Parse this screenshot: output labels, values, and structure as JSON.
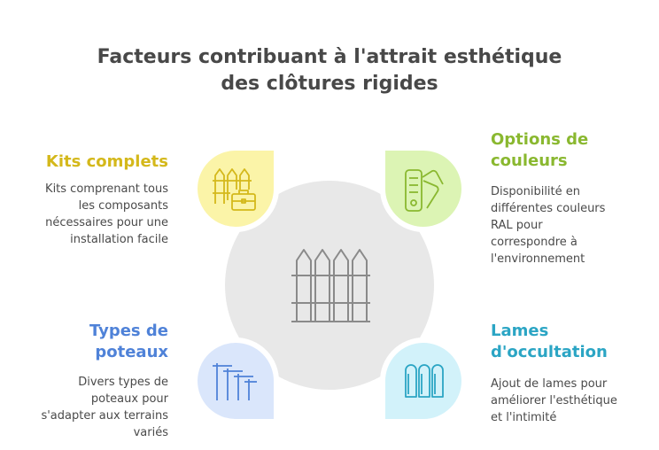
{
  "title_line1": "Facteurs contribuant à l'attrait esthétique",
  "title_line2": "des clôtures rigides",
  "center_icon": "fence-icon",
  "factors": [
    {
      "id": "kits",
      "heading": "Kits complets",
      "description": [
        "Kits comprenant tous",
        "les composants",
        "nécessaires pour une",
        "installation facile"
      ],
      "icon": "fence-toolbox-icon",
      "color": "#d4b81b",
      "petal_fill": "#fbf4a8"
    },
    {
      "id": "couleurs",
      "heading_lines": [
        "Options de",
        "couleurs"
      ],
      "description": [
        "Disponibilité en",
        "différentes couleurs",
        "RAL pour",
        "correspondre à",
        "l'environnement"
      ],
      "icon": "color-swatch-icon",
      "color": "#8ab830",
      "petal_fill": "#dcf4b4"
    },
    {
      "id": "poteaux",
      "heading_lines": [
        "Types de",
        "poteaux"
      ],
      "description": [
        "Divers types de",
        "poteaux pour",
        "s'adapter aux terrains",
        "variés"
      ],
      "icon": "posts-icon",
      "color": "#4f82d8",
      "petal_fill": "#dae6fb"
    },
    {
      "id": "occultation",
      "heading_lines": [
        "Lames",
        "d'occultation"
      ],
      "description": [
        "Ajout de lames pour",
        "améliorer l'esthétique",
        "et l'intimité"
      ],
      "icon": "slats-icon",
      "color": "#2ba5c4",
      "petal_fill": "#d2f2fa"
    }
  ]
}
